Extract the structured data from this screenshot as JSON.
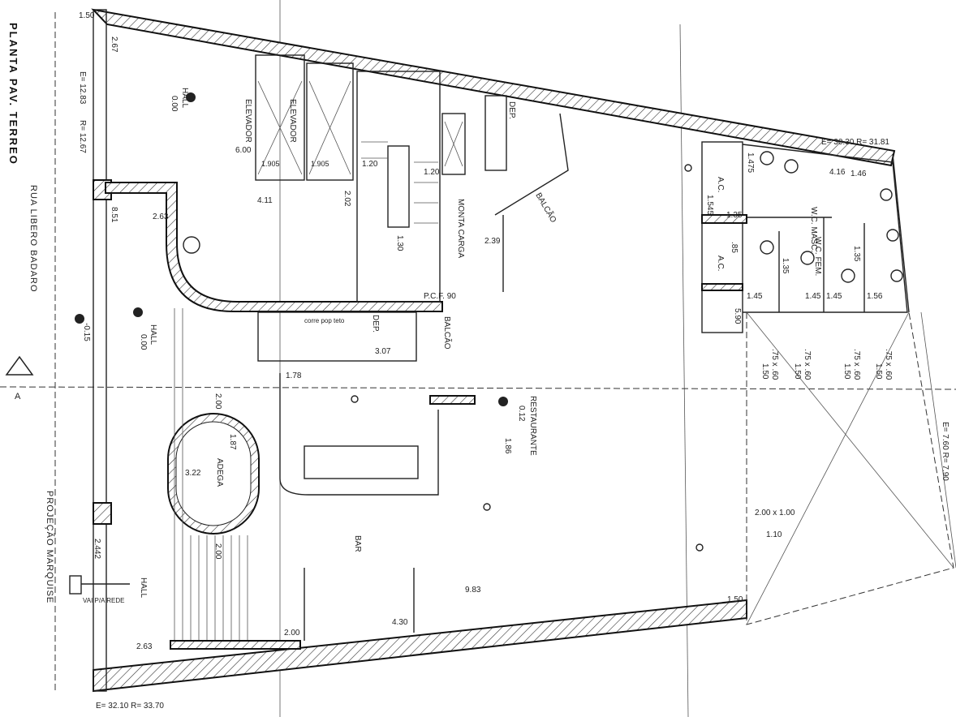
{
  "title": "PLANTA PAV. TERREO",
  "street": "RUA LIBERO BADARO",
  "projection": "PROJEÇÃO MARQUISE",
  "section_marker": "A",
  "rooms": {
    "hall_1": "HALL",
    "hall_1_level": "0.00",
    "hall_2": "HALL",
    "hall_2_level": "0.00",
    "hall_3": "HALL",
    "elevator_1": "ELEVADOR",
    "elevator_2": "ELEVADOR",
    "monta_carga": "MONTA CARGA",
    "balcao_1": "BALCÃO",
    "balcao_2": "BALCÃO",
    "dep_1": "DEP.",
    "dep_2": "DEP.",
    "restaurante": "RESTAURANTE",
    "restaurante_level": "0.12",
    "bar": "BAR",
    "adega": "ADEGA",
    "wc_masc": "W.C. MASC.",
    "wc_fem": "W.C. FEM.",
    "ac_1": "A.C.",
    "ac_2": "A.C."
  },
  "notes": {
    "pcf": "P.C.F. 90",
    "corre": "corre pop teto",
    "rede": "VAI P/A REDE",
    "street_level": "-0.15"
  },
  "dimensions": {
    "d1": "1.50",
    "d2": "2.67",
    "d3": "E= 12.83",
    "d4": "R= 12.67",
    "d5": "8.51",
    "d6": "2.63",
    "d7": "6.00",
    "d8": "1.905",
    "d9": "1.905",
    "d10": "4.11",
    "d11": "2.02",
    "d12": "1.20",
    "d13": "1.20",
    "d14": "1.30",
    "d15": "2.39",
    "d16": "1.78",
    "d17": "3.07",
    "d18": "2.00",
    "d19": "1.87",
    "d20": "3.22",
    "d21": "2.00",
    "d22": "2.442",
    "d23": "2.63",
    "d24": "2.00",
    "d25": "4.30",
    "d26": "9.83",
    "d27": "1.86",
    "d28": "E= 30.30  R= 31.81",
    "d29": "4.16",
    "d30": "1.46",
    "d31": "1.475",
    "d32": "1.545",
    "d33": "1.35",
    "d34": ".85",
    "d35": "1.35",
    "d36": "1.35",
    "d37": "1.45",
    "d38": "1.45",
    "d39": "1.45",
    "d40": "1.56",
    "d41": "5.90",
    "d42": ".75 x .60",
    "d43": "1.50",
    "d44": ".75 x .60",
    "d45": "1.50",
    "d46": ".75 x .60",
    "d47": "1.50",
    "d48": ".75 x .60",
    "d49": "1.50",
    "d50": "2.00 x 1.00",
    "d51": "1.10",
    "d52": "1.50",
    "d53": "E= 7.60  R= 7.90",
    "d54": "E= 32.10  R= 33.70"
  }
}
